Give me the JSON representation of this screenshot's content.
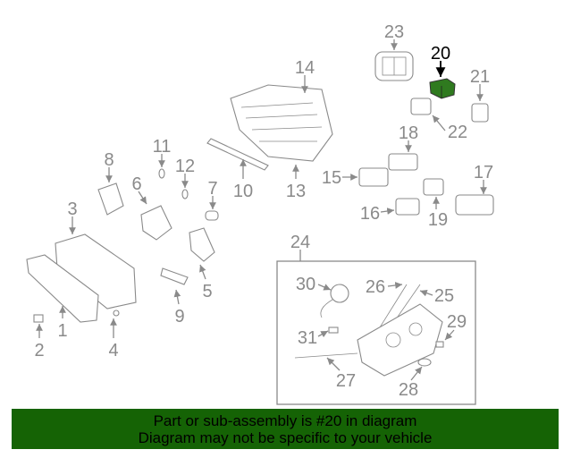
{
  "diagram": {
    "highlighted_part": "20",
    "highlight_color": "#2f7a1f",
    "labels": {
      "l1": "1",
      "l2": "2",
      "l3": "3",
      "l4": "4",
      "l5": "5",
      "l6": "6",
      "l7": "7",
      "l8": "8",
      "l9": "9",
      "l10": "10",
      "l11": "11",
      "l12": "12",
      "l13": "13",
      "l14": "14",
      "l15": "15",
      "l16": "16",
      "l17": "17",
      "l18": "18",
      "l19": "19",
      "l20": "20",
      "l21": "21",
      "l22": "22",
      "l23": "23",
      "l24": "24",
      "l25": "25",
      "l26": "26",
      "l27": "27",
      "l28": "28",
      "l29": "29",
      "l30": "30",
      "l31": "31"
    }
  },
  "banner": {
    "line1": "Part or sub-assembly is #20 in diagram",
    "line2": "Diagram may not be specific to your vehicle",
    "color": "#156305"
  }
}
